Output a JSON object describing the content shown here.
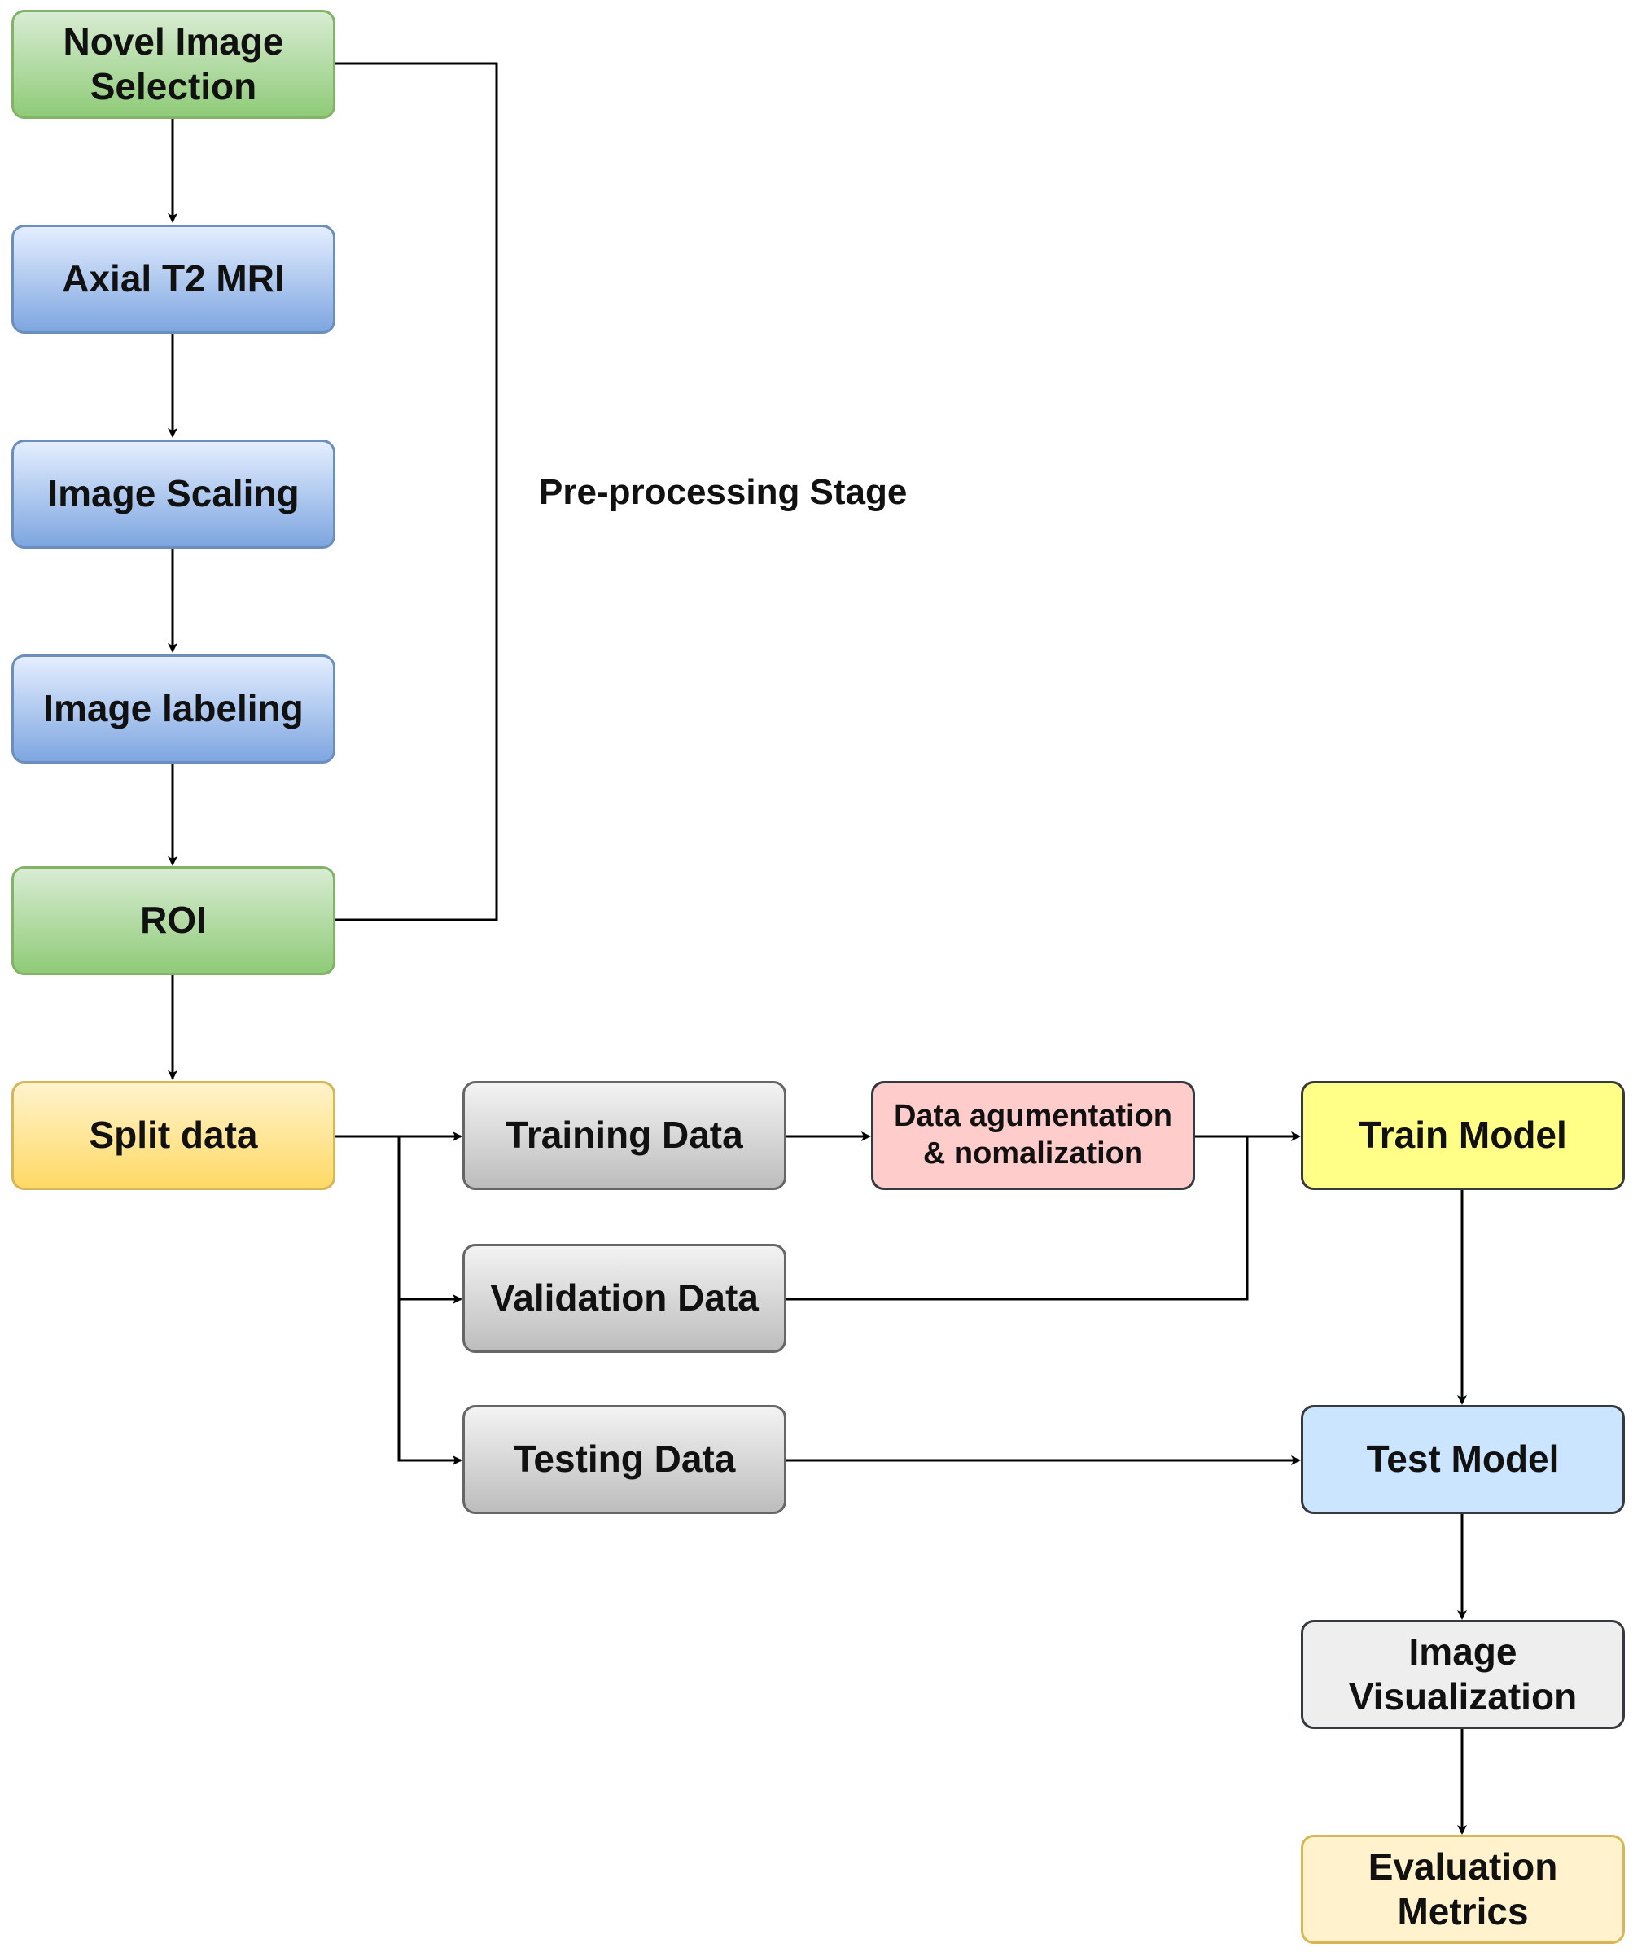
{
  "nodes": {
    "novel_image_selection": "Novel Image Selection",
    "axial_t2_mri": "Axial T2 MRI",
    "image_scaling": "Image Scaling",
    "image_labeling": "Image labeling",
    "roi": "ROI",
    "split_data": "Split data",
    "training_data": "Training Data",
    "validation_data": "Validation Data",
    "testing_data": "Testing Data",
    "data_augmentation": "Data agumentation & nomalization",
    "train_model": "Train Model",
    "test_model": "Test Model",
    "image_visualization": "Image Visualization",
    "evaluation_metrics": "Evaluation Metrics"
  },
  "labels": {
    "preprocessing_stage": "Pre-processing Stage"
  }
}
